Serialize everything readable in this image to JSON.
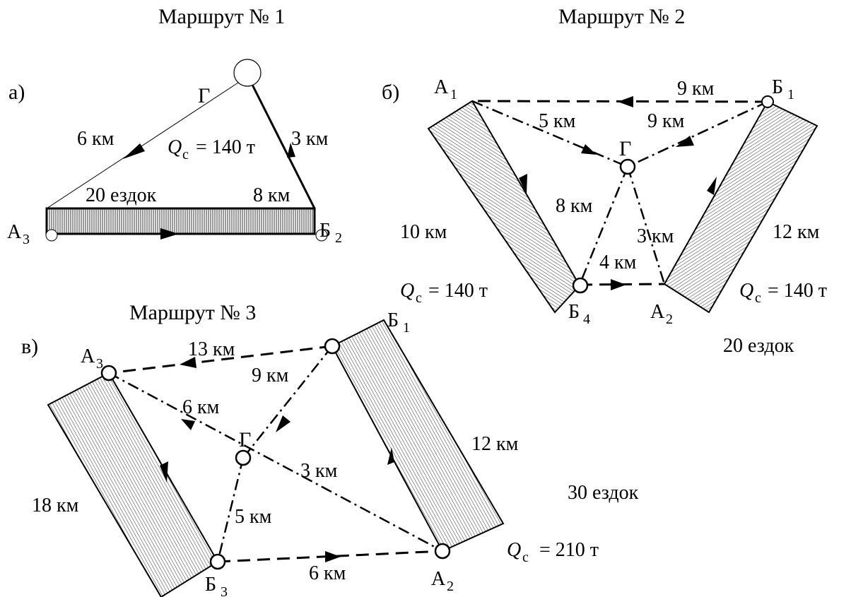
{
  "route1": {
    "title": "Маршрут № 1",
    "panel": "а)",
    "depot": "Г",
    "distance_G_A3": "6 км",
    "distance_B2_G": "3 км",
    "distance_A3_B2": "8 км",
    "trips": "20 ездок",
    "qc_var": "Q",
    "qc_sub": "с",
    "qc_value": "= 140 т",
    "a3_letter": "А",
    "a3_sub": "3",
    "b2_letter": "Б",
    "b2_sub": "2"
  },
  "route2": {
    "title": "Маршрут № 2",
    "panel": "б)",
    "a1_letter": "А",
    "a1_sub": "1",
    "b1_letter": "Б",
    "b1_sub": "1",
    "depot": "Г",
    "b4_letter": "Б",
    "b4_sub": "4",
    "a2_letter": "А",
    "a2_sub": "2",
    "d_B1_A1": "9 км",
    "d_A1_G": "5 км",
    "d_B1_G": "9 км",
    "d_G_B4": "8 км",
    "d_G_A2": "3 км",
    "d_B4_A2": "4 км",
    "d_A1_B4": "10 км",
    "d_A2_B1": "12 км",
    "qc_left_var": "Q",
    "qc_left_sub": "с",
    "qc_left_value": "= 140 т",
    "qc_right_var": "Q",
    "qc_right_sub": "с",
    "qc_right_value": "= 140 т",
    "trips": "20 ездок"
  },
  "route3": {
    "title": "Маршрут № 3",
    "panel": "в)",
    "a3_letter": "А",
    "a3_sub": "3",
    "b1_letter": "Б",
    "b1_sub": "1",
    "depot": "Г",
    "b3_letter": "Б",
    "b3_sub": "3",
    "a2_letter": "А",
    "a2_sub": "2",
    "d_B1_A3": "13 км",
    "d_B1_G": "9 км",
    "d_A3_G": "6 км",
    "d_G_A2": "3 км",
    "d_G_B3": "5 км",
    "d_B3_A2": "6 км",
    "d_A3_B3": "18 км",
    "d_A2_B1": "12 км",
    "trips": "30 ездок",
    "qc_var": "Q",
    "qc_sub": "с",
    "qc_value": "= 210 т"
  }
}
